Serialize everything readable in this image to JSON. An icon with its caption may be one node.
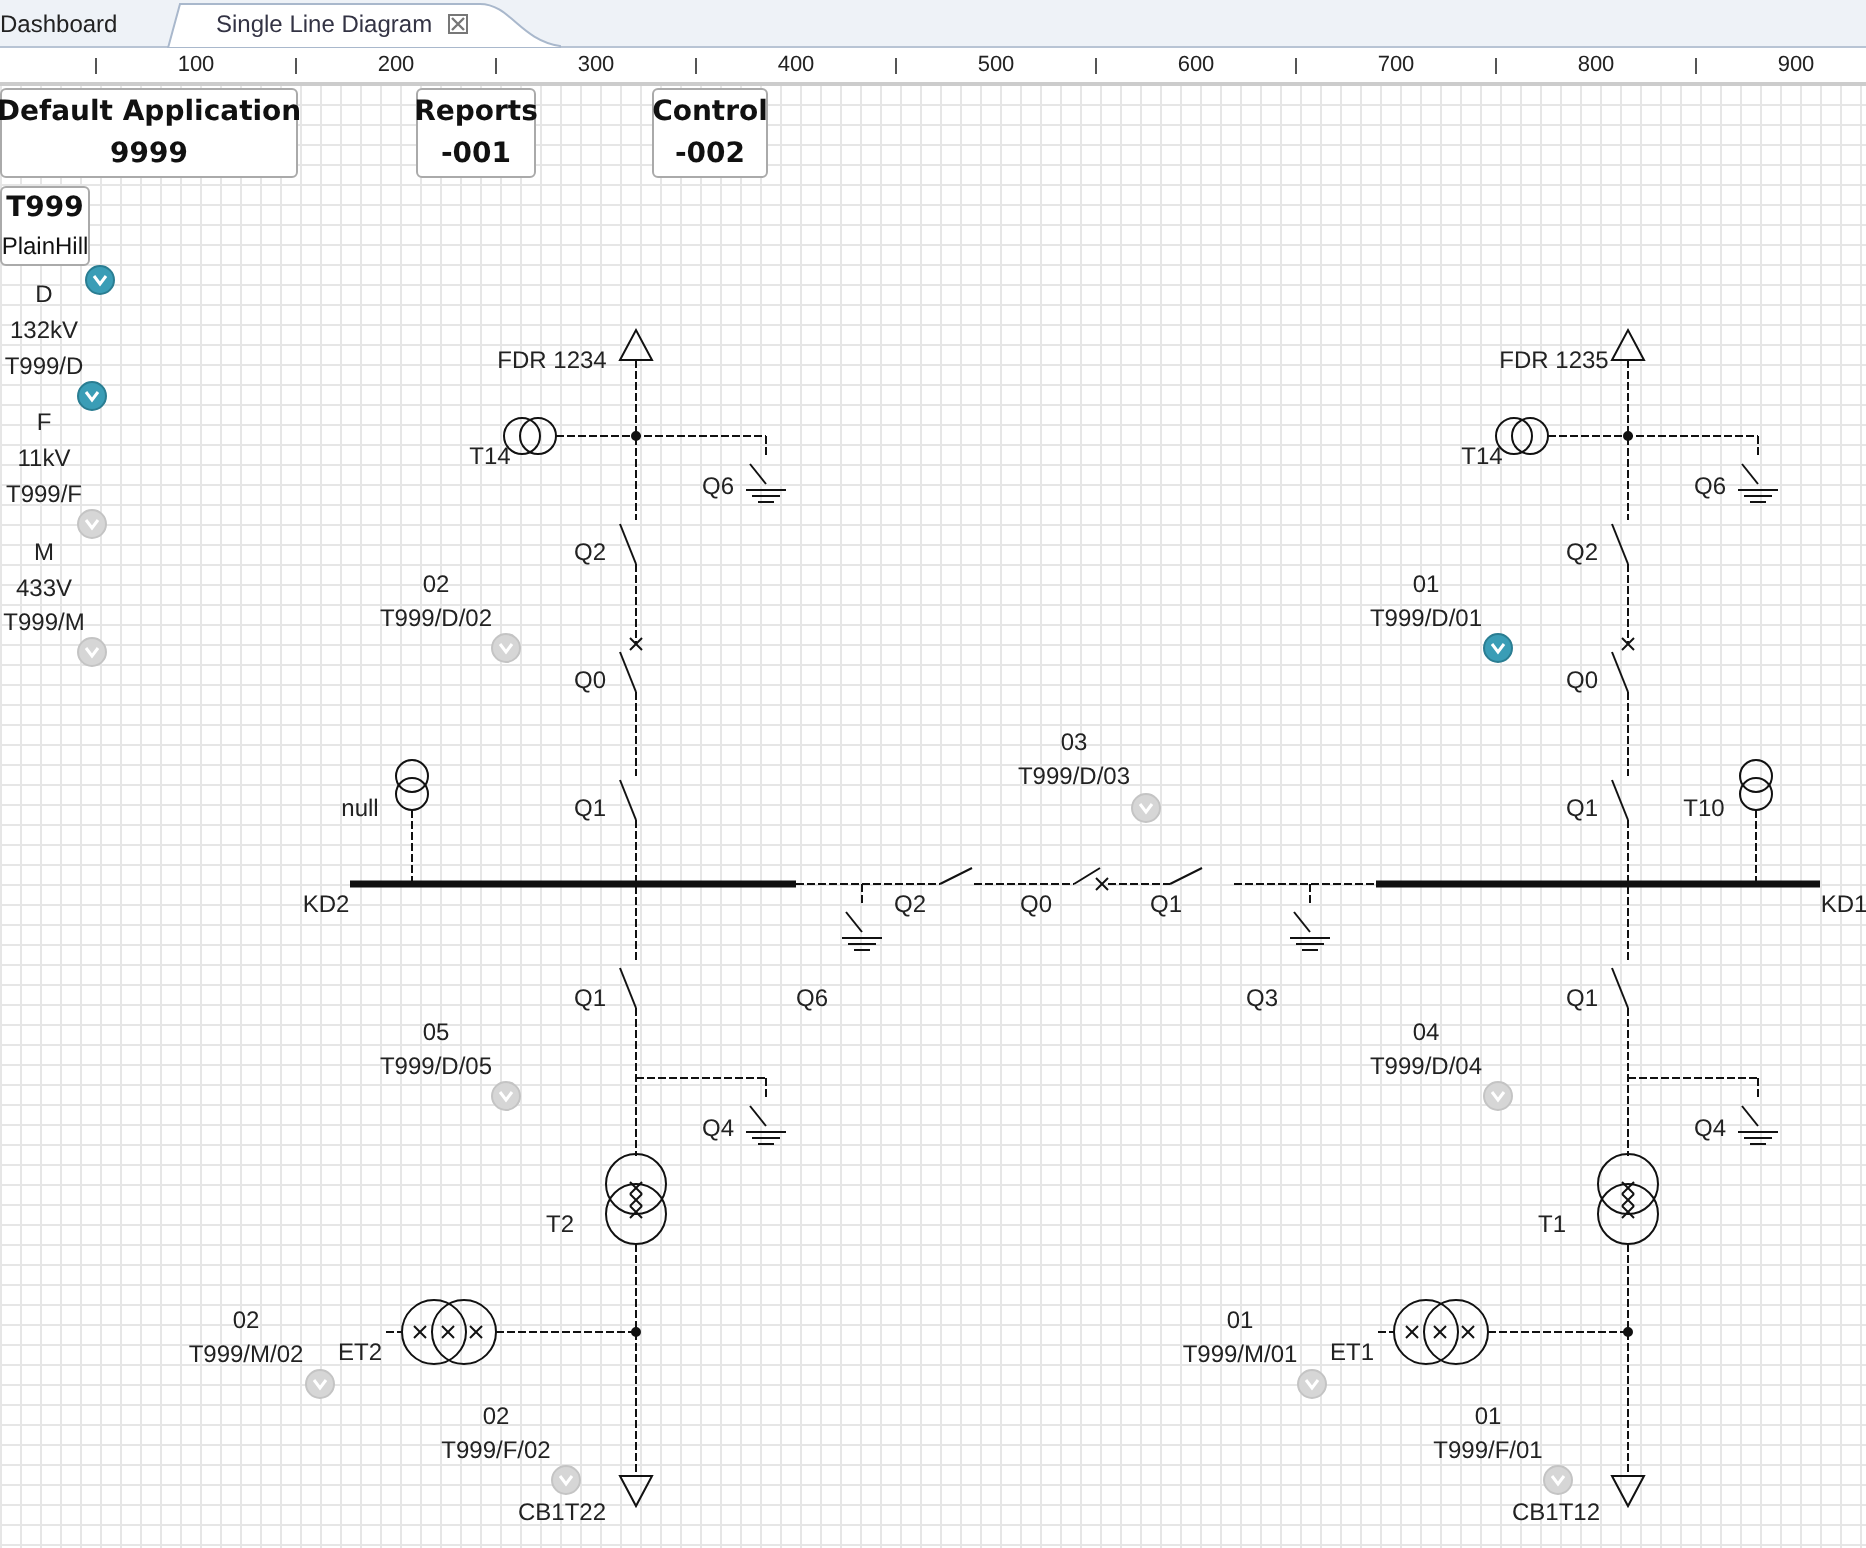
{
  "diagram": {
    "nodes": [
      {
        "text": [
          "Default Application",
          "9999"
        ]
      },
      {
        "text": [
          "Reports",
          "-001"
        ]
      },
      {
        "text": [
          "Control",
          "-002"
        ]
      },
      {
        "text": [
          "T999",
          "PlainHill"
        ]
      }
    ],
    "labels": [
      "Dashboard",
      "Single Line Diagram",
      "100",
      "200",
      "300",
      "400",
      "500",
      "600",
      "700",
      "800",
      "900",
      "D",
      "132kV",
      "T999/D",
      "F",
      "11kV",
      "T999/F",
      "M",
      "433V",
      "T999/M",
      "FDR 1234",
      "FDR 1235",
      "T14",
      "T14",
      "Q6",
      "Q6",
      "Q2",
      "Q2",
      "02",
      "T999/D/02",
      "01",
      "T999/D/01",
      "Q0",
      "Q0",
      "03",
      "T999/D/03",
      "null",
      "Q1",
      "Q1",
      "T10",
      "KD2",
      "Q2",
      "Q0",
      "Q1",
      "KD1",
      "Q1",
      "Q6",
      "Q3",
      "Q1",
      "05",
      "T999/D/05",
      "04",
      "T999/D/04",
      "Q4",
      "Q4",
      "T2",
      "T1",
      "02",
      "T999/M/02",
      "ET2",
      "01",
      "T999/M/01",
      "ET1",
      "02",
      "T999/F/02",
      "01",
      "T999/F/01",
      "CB1T22",
      "CB1T12"
    ]
  }
}
